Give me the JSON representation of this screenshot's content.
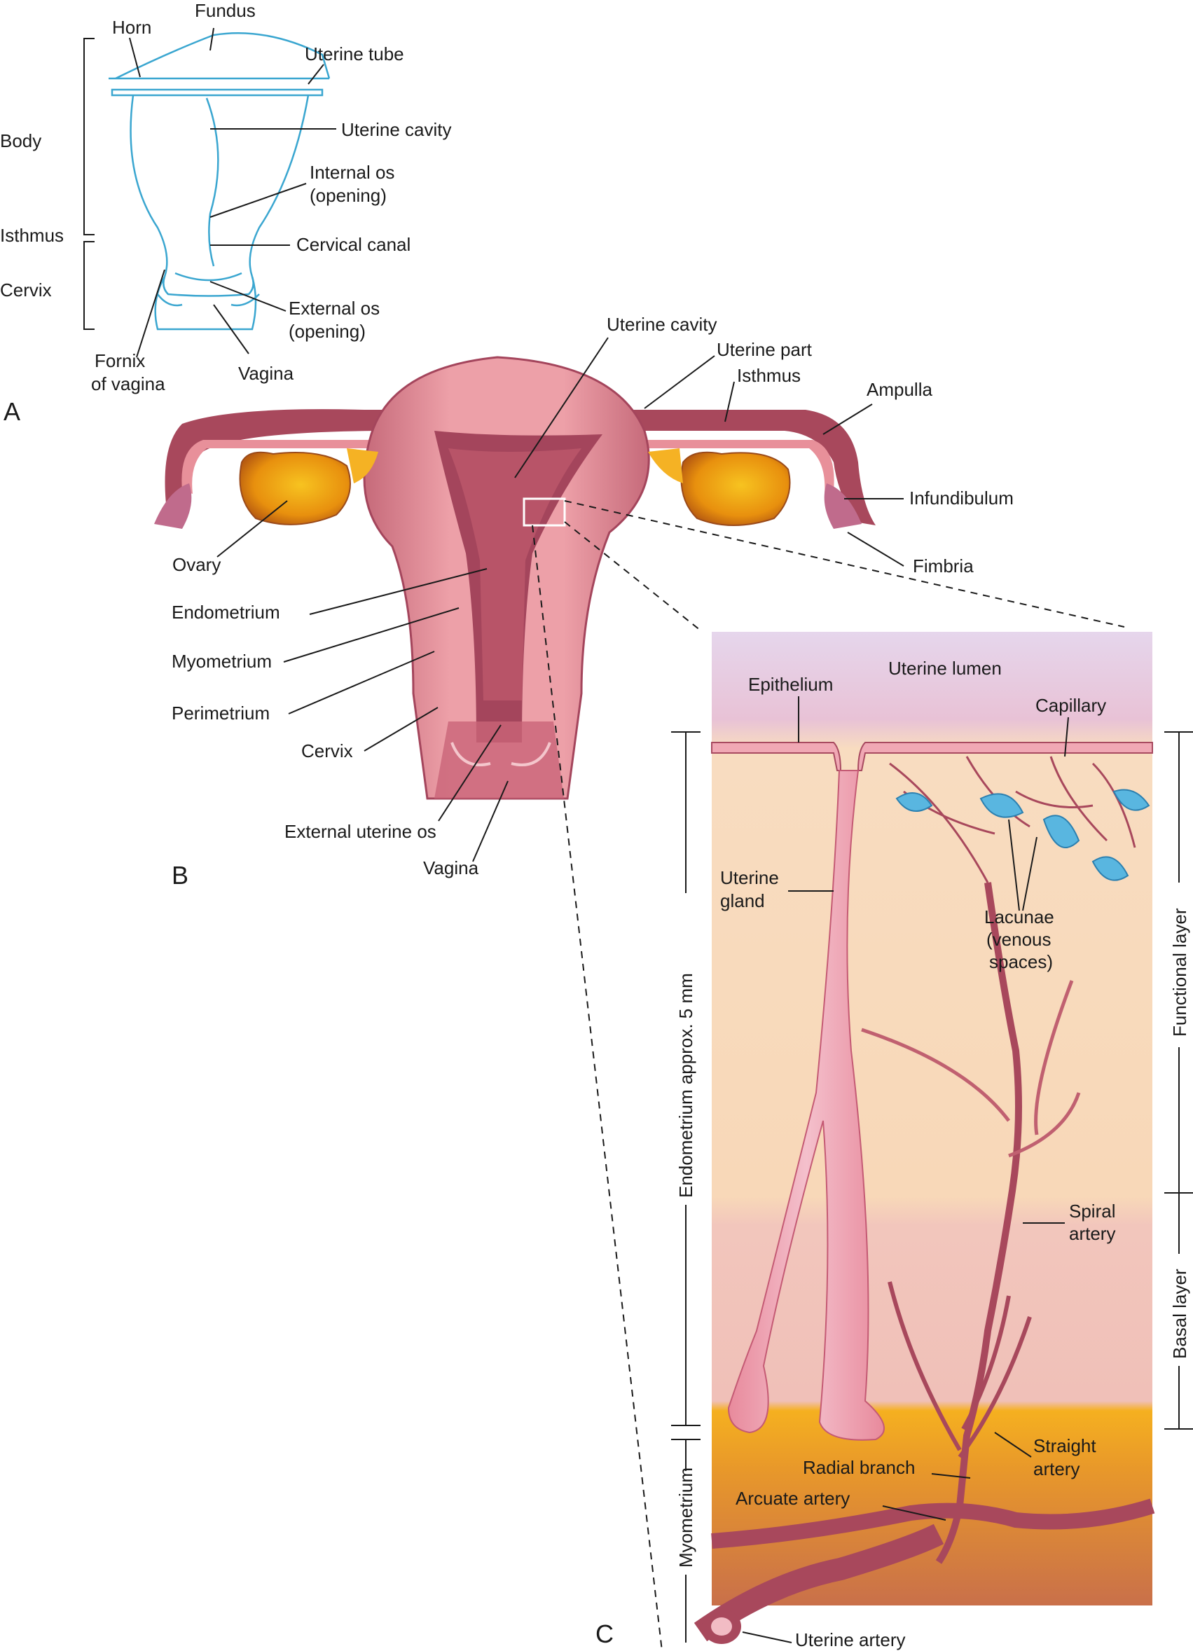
{
  "panel_a": {
    "letter": "A",
    "labels": {
      "fundus": "Fundus",
      "horn": "Horn",
      "uterine_tube": "Uterine tube",
      "body": "Body",
      "uterine_cavity": "Uterine cavity",
      "internal_os_1": "Internal os",
      "internal_os_2": "(opening)",
      "isthmus": "Isthmus",
      "cervical_canal": "Cervical canal",
      "cervix": "Cervix",
      "external_os_1": "External os",
      "external_os_2": "(opening)",
      "fornix_1": "Fornix",
      "fornix_2": "of vagina",
      "vagina": "Vagina"
    }
  },
  "panel_b": {
    "letter": "B",
    "labels": {
      "uterine_cavity": "Uterine cavity",
      "uterine_part": "Uterine part",
      "isthmus": "Isthmus",
      "ampulla": "Ampulla",
      "infundibulum": "Infundibulum",
      "fimbria": "Fimbria",
      "ovary": "Ovary",
      "endometrium": "Endometrium",
      "myometrium": "Myometrium",
      "perimetrium": "Perimetrium",
      "cervix": "Cervix",
      "external_uterine_os": "External uterine os",
      "vagina": "Vagina"
    }
  },
  "panel_c": {
    "letter": "C",
    "labels": {
      "uterine_lumen": "Uterine lumen",
      "epithelium": "Epithelium",
      "capillary": "Capillary",
      "uterine_gland_1": "Uterine",
      "uterine_gland_2": "gland",
      "lacunae_1": "Lacunae",
      "lacunae_2": "(venous",
      "lacunae_3": "spaces)",
      "spiral_artery_1": "Spiral",
      "spiral_artery_2": "artery",
      "straight_artery_1": "Straight",
      "straight_artery_2": "artery",
      "radial_branch": "Radial branch",
      "arcuate_artery": "Arcuate artery",
      "uterine_artery": "Uterine artery",
      "endometrium_thickness": "Endometrium approx. 5 mm",
      "myometrium": "Myometrium",
      "functional_layer": "Functional layer",
      "basal_layer": "Basal layer"
    }
  },
  "colors": {
    "outline_blue": "#3aa6d0",
    "uterus_pink": "#e8909a",
    "uterus_dark": "#a4455c",
    "ovary_orange": "#f2a21e",
    "lumen_lavender": "#dcc8e4",
    "functional_peach": "#f8d9b8",
    "basal_rose": "#f1c2b8",
    "myometrium_gold": "#f5b224",
    "vessel_maroon": "#a8485c",
    "venous_blue": "#59b6e0"
  }
}
